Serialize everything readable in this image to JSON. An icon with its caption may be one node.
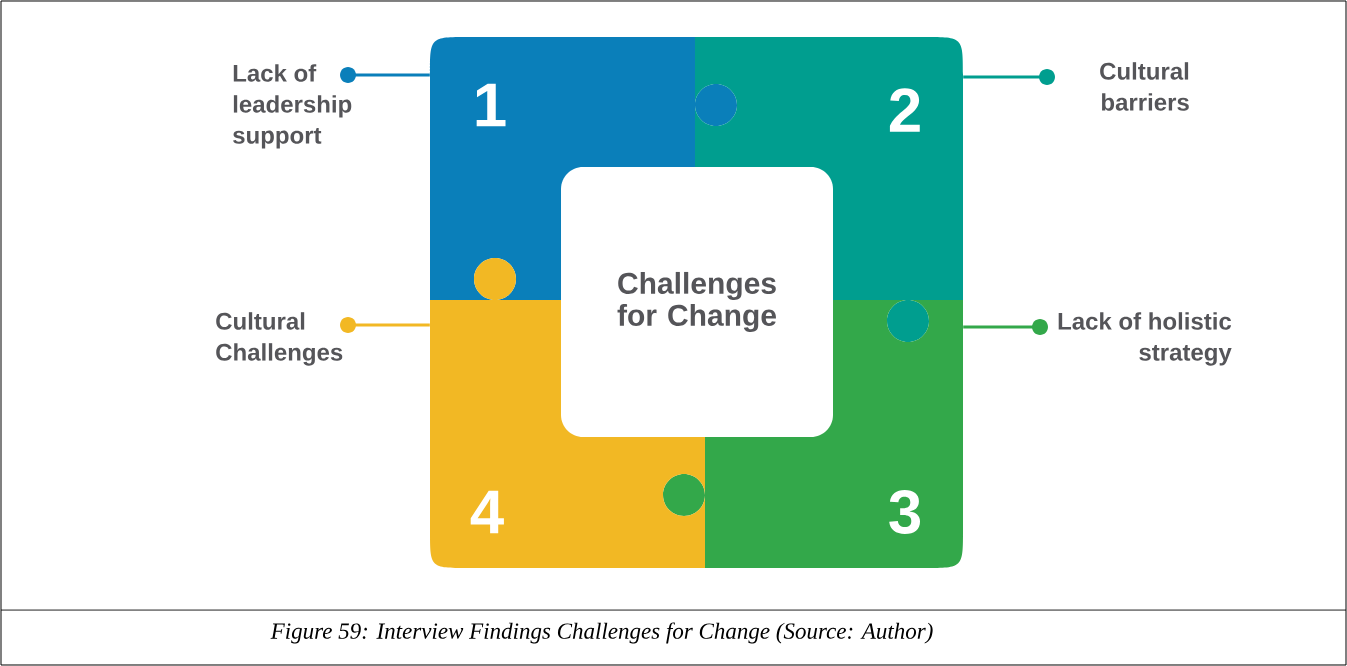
{
  "diagram": {
    "caption": "Figure 59: Interview Findings Challenges for Change (Source: Author)",
    "nodes": [
      {
        "text": [
          "Challenges for Change"
        ]
      },
      {
        "text": [
          "1"
        ]
      },
      {
        "text": [
          "2"
        ]
      },
      {
        "text": [
          "3"
        ]
      },
      {
        "text": [
          "4"
        ]
      },
      {
        "text": [
          "Lack of leadership support"
        ]
      },
      {
        "text": [
          "Cultural barriers"
        ]
      },
      {
        "text": [
          "Cultural Challenges"
        ]
      },
      {
        "text": [
          "Lack of holistic strategy"
        ]
      }
    ],
    "edges": [
      {
        "from": 5,
        "to": 1,
        "arrow": "other",
        "color": "#0a7fba"
      },
      {
        "from": 6,
        "to": 2,
        "arrow": "other",
        "color": "#009e8f"
      },
      {
        "from": 7,
        "to": 4,
        "arrow": "other",
        "color": "#f2b824"
      },
      {
        "from": 8,
        "to": 3,
        "arrow": "other",
        "color": "#33a84a"
      }
    ]
  }
}
